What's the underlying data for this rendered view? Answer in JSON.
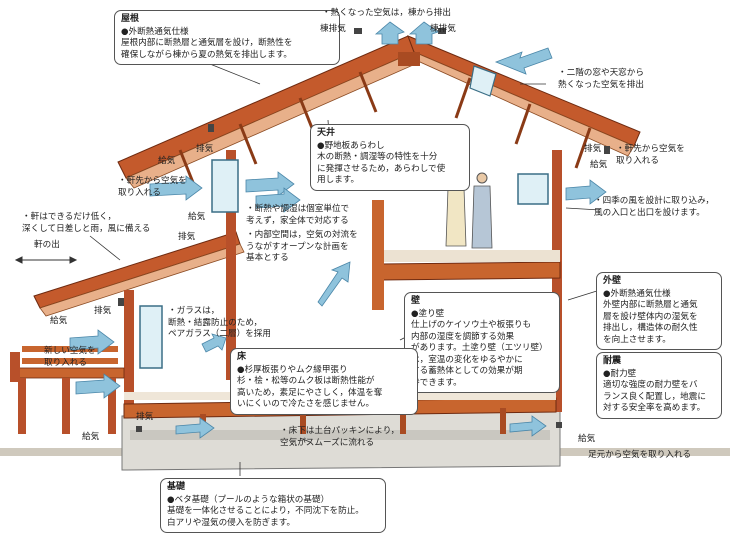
{
  "boxes": {
    "roof": {
      "title": "屋根",
      "lines": [
        "●外断熱通気仕様",
        "屋根内部に断熱層と通気層を設け，断熱性を",
        "確保しながら棟から夏の熱気を排出します。"
      ]
    },
    "ceiling": {
      "title": "天井",
      "lines": [
        "●野地板あらわし",
        "木の断熱・調湿等の特性を十分",
        "に発揮させるため，あらわしで使",
        "用します。"
      ]
    },
    "wall": {
      "title": "壁",
      "lines": [
        "●塗り壁",
        "仕上げのケイソウ土や板張りも",
        "内部の湿度を調節する効果",
        "があります。土塗り壁（エツリ壁）",
        "は，室温の変化をゆるやかに",
        "する蓄熱体としての効果が期",
        "待できます。"
      ]
    },
    "floor": {
      "title": "床",
      "lines": [
        "●杉厚板張りやムク縁甲張り",
        "杉・桧・松等のムク板は断熱性能が",
        "高いため，素足にやさしく，体温を奪",
        "いにくいので冷たさを感じません。"
      ]
    },
    "outer_wall": {
      "title": "外壁",
      "lines": [
        "●外断熱通気仕様",
        "外壁内部に断熱層と通気",
        "層を設け壁体内の湿気を",
        "排出し，構造体の耐久性",
        "を向上させます。"
      ]
    },
    "quake": {
      "title": "耐震",
      "lines": [
        "●耐力壁",
        "適切な強度の耐力壁をバ",
        "ランス良く配置し，地震に",
        "対する安全率を高めます。"
      ]
    },
    "foundation": {
      "title": "基礎",
      "lines": [
        "●ベタ基礎（プールのような箱状の基礎）",
        "基礎を一体化させることにより，不同沈下を防止。",
        "白アリや湿気の侵入を防ぎます。"
      ]
    }
  },
  "labels": {
    "ridge_exhaust": [
      "・熱くなった空気は，棟から排出"
    ],
    "ridge_vent_l": [
      "棟排気"
    ],
    "ridge_vent_r": [
      "棟排気"
    ],
    "upper_window": [
      "・二階の窓や天窓から",
      "熱くなった空気を排出"
    ],
    "eave_exhaust_l": [
      "排気"
    ],
    "eave_intake_l1": [
      "給気"
    ],
    "eave_air_l": [
      "・軒先から空気を",
      "取り入れる"
    ],
    "eave_air_r": [
      "・軒先から空気を",
      "取り入れる"
    ],
    "eave_exhaust_r": [
      "排気"
    ],
    "eave_intake_r": [
      "給気"
    ],
    "low_eaves": [
      "・軒はできるだけ低く，",
      "深くして日差しと雨，風に備える"
    ],
    "eave_depth": [
      "軒の出"
    ],
    "mid_intake": [
      "給気"
    ],
    "mid_exhaust": [
      "排気"
    ],
    "room_unit": [
      "・断熱や調湿は個室単位で",
      "考えず，家全体で対応する"
    ],
    "open_plan": [
      "・内部空間は，空気の対流を",
      "うながすオープンな計画を",
      "基本とする"
    ],
    "seasonal_wind": [
      "・四季の風を設計に取り込み，",
      "風の入口と出口を設けます。"
    ],
    "glass": [
      "・ガラスは，",
      "断熱・結露防止のため，",
      "ペアガラス（二層）を採用"
    ],
    "low_intake": [
      "給気"
    ],
    "low_exhaust": [
      "排気"
    ],
    "new_air": [
      "新しい空気を",
      "取り入れる"
    ],
    "foundation_intake": [
      "給気"
    ],
    "foundation_exhaust": [
      "排気"
    ],
    "packing": [
      "・床下は土台パッキンにより，",
      "空気がスムーズに流れる"
    ],
    "foot_intake": [
      "給気"
    ],
    "foot_air": [
      "足元から空気を取り入れる"
    ]
  },
  "colors": {
    "wood": "#b8502a",
    "wood_light": "#e0a27a",
    "arrow": "#8fc3dc",
    "arrow_edge": "#4a86a8",
    "concrete": "#d8d6d0",
    "line": "#333333"
  }
}
